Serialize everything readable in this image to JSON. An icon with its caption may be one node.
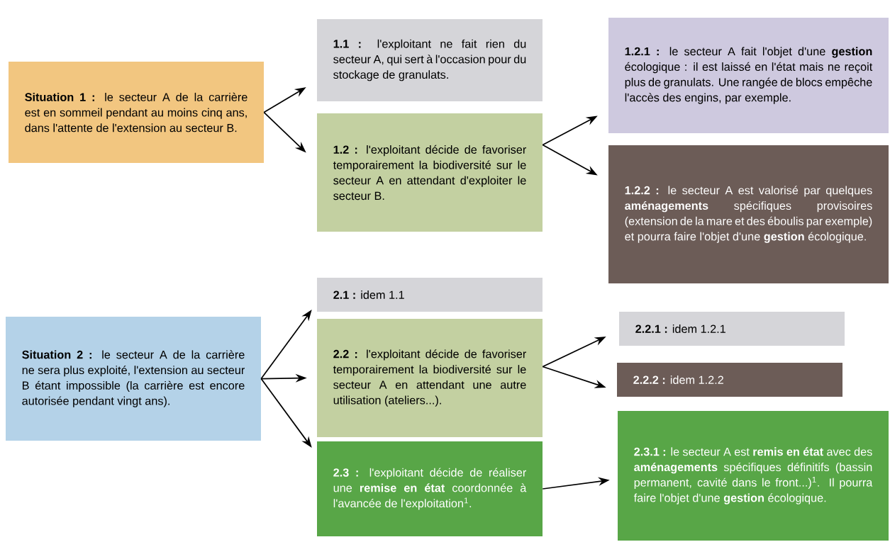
{
  "diagram": {
    "nodes": [
      {
        "text": [
          "**Situation 1 :** le secteur A de la carrière est en sommeil pendant au moins cinq ans, dans l'attente de l'extension au secteur B."
        ]
      },
      {
        "text": [
          "**1.1 :** l'exploitant ne fait rien du secteur A, qui sert à l'occasion pour du stockage de granulats."
        ]
      },
      {
        "text": [
          "**1.2 :** l'exploitant décide de favoriser temporairement la biodiversité sur le secteur A en attendant d'exploiter le secteur B."
        ]
      },
      {
        "text": [
          "**1.2.1 :** le secteur A fait l'objet d'une **gestion** écologique : il est laissé en l'état mais ne reçoit plus de granulats. Une rangée de blocs empêche l'accès des engins, par exemple."
        ]
      },
      {
        "text": [
          "**1.2.2 :** le secteur A est valorisé par quelques **aménagements** spécifiques provisoires (extension de la mare et des éboulis par exemple) et pourra faire l'objet d'une **gestion** écologique."
        ]
      },
      {
        "text": [
          "**Situation 2 :** le secteur A de la carrière ne sera plus exploité, l'extension au secteur B étant impossible (la carrière est encore autorisée pendant vingt ans)."
        ]
      },
      {
        "text": [
          "**2.1 :** idem 1.1"
        ]
      },
      {
        "text": [
          "**2.2 :** l'exploitant décide de favoriser temporairement la biodiversité sur le secteur A en attendant une autre utilisation (ateliers...)."
        ]
      },
      {
        "text": [
          "**2.3 :** l'exploitant décide de réaliser une **remise en état** coordonnée à l'avancée de l'exploitation$^{1}$."
        ]
      },
      {
        "text": [
          "**2.2.1 :** idem 1.2.1"
        ]
      },
      {
        "text": [
          "**2.2.2 :** idem 1.2.2"
        ]
      },
      {
        "text": [
          "**2.3.1 :** le secteur A est **remis en état** avec des **aménagements** spécifiques définitifs (bassin permanent, cavité dans le front...)$^{1}$. Il pourra faire l'objet d'une **gestion** écologique."
        ]
      }
    ],
    "edges": [
      {
        "from": 0,
        "to": 1,
        "arrow": "to"
      },
      {
        "from": 0,
        "to": 2,
        "arrow": "to"
      },
      {
        "from": 2,
        "to": 3,
        "arrow": "to"
      },
      {
        "from": 2,
        "to": 4,
        "arrow": "to"
      },
      {
        "from": 5,
        "to": 6,
        "arrow": "to"
      },
      {
        "from": 5,
        "to": 7,
        "arrow": "to"
      },
      {
        "from": 5,
        "to": 8,
        "arrow": "to"
      },
      {
        "from": 7,
        "to": 9,
        "arrow": "to"
      },
      {
        "from": 7,
        "to": 10,
        "arrow": "to"
      },
      {
        "from": 8,
        "to": 11,
        "arrow": "to"
      }
    ]
  }
}
